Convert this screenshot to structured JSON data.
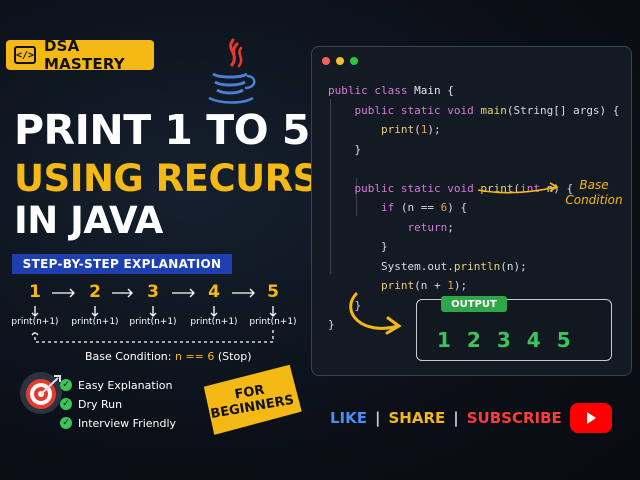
{
  "badge": {
    "icon": "code-icon",
    "label": "DSA MASTERY"
  },
  "logo": {
    "icon": "java-cup-icon"
  },
  "title": {
    "line1": "PRINT 1 TO 5",
    "line2": "USING RECURSION",
    "line3": "IN JAVA"
  },
  "subtitle": "STEP-BY-STEP EXPLANATION",
  "flow": {
    "steps": [
      {
        "num": "1",
        "call": "print(n+1)"
      },
      {
        "num": "2",
        "call": "print(n+1)"
      },
      {
        "num": "3",
        "call": "print(n+1)"
      },
      {
        "num": "4",
        "call": "print(n+1)"
      },
      {
        "num": "5",
        "call": "print(n+1)"
      }
    ],
    "base_prefix": "Base Condition:",
    "base_expr": "n == 6",
    "base_suffix": "(Stop)"
  },
  "features": {
    "icon": "target-icon",
    "items": [
      "Easy Explanation",
      "Dry Run",
      "Interview Friendly"
    ]
  },
  "beginners": {
    "line1": "FOR",
    "line2": "BEGINNERS"
  },
  "code": {
    "lines": [
      "public class Main {",
      "    public static void main(String[] args) {",
      "        print(1);",
      "    }",
      "",
      "    public static void print(int n) {",
      "        if (n == 6) {",
      "            return;",
      "        }",
      "        System.out.println(n);",
      "        print(n + 1);",
      "    }",
      "}"
    ],
    "annotation_line1": "Base",
    "annotation_line2": "Condition"
  },
  "output": {
    "label": "OUTPUT",
    "values": [
      "1",
      "2",
      "3",
      "4",
      "5"
    ]
  },
  "social": {
    "like": "LIKE",
    "share": "SHARE",
    "subscribe": "SUBSCRIBE",
    "sep": "|",
    "icon": "youtube-play-icon"
  },
  "colors": {
    "accent": "#f5b915",
    "blue": "#1d3fb0",
    "green": "#3cc45a",
    "like": "#4a8ff0",
    "share": "#f5b915",
    "subscribe": "#ff3b3b"
  }
}
